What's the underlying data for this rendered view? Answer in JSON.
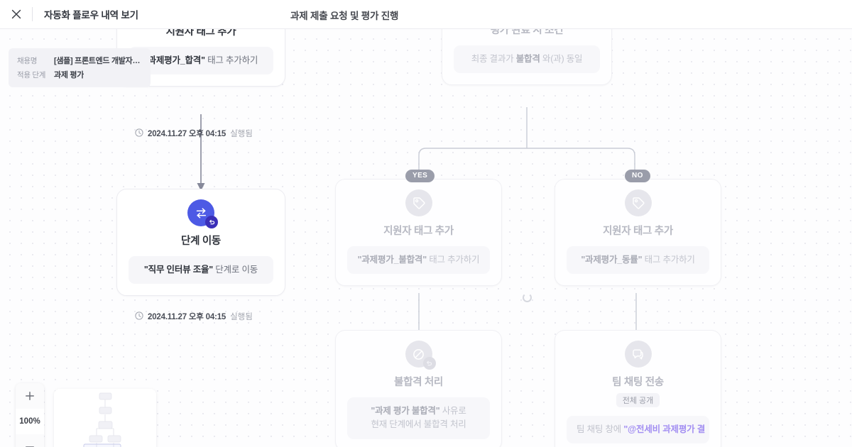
{
  "header": {
    "close_icon": "close-icon",
    "title": "자동화 플로우 내역 보기",
    "flow_name": "과제 제출 요청 및 평가 진행"
  },
  "info_card": {
    "rows": [
      {
        "key": "채용명",
        "value": "[샘플] 프론트엔드 개발자 채..."
      },
      {
        "key": "적용 단계",
        "value": "과제 평가"
      }
    ]
  },
  "colors": {
    "accent": "#4d5ae5",
    "accent_dark": "#3b2fb8",
    "muted_icon": "#e6e6ec",
    "pill": "#9a9daa",
    "mention": "#7b5cf0",
    "canvas_bg": "#fdfdfe",
    "dot": "#e9e9ef"
  },
  "nodes": {
    "tag_pass": {
      "icon": "tag-icon",
      "title": "지원자 태그 추가",
      "body_prefix": "\"과제평가_합격\"",
      "body_suffix": " 태그 추가하기",
      "state": "executed",
      "stamp_datetime": "2024.11.27 오후 04:15",
      "stamp_status": "실행됨",
      "stamp_icon": "clock-icon"
    },
    "move_stage": {
      "icon": "swap-arrows-icon",
      "badge_icon": "return-arrow-icon",
      "title": "단계 이동",
      "body_prefix": "\"직무 인터뷰 조율\"",
      "body_suffix": " 단계로 이동",
      "state": "executed",
      "stamp_datetime": "2024.11.27 오후 04:15",
      "stamp_status": "실행됨",
      "stamp_icon": "clock-icon"
    },
    "condition": {
      "icon": "branch-condition-icon",
      "title": "평가 완료 시 조건",
      "body_prefix": "최종 결과가 ",
      "body_bold": "불합격",
      "body_suffix": " 와(과) 동일",
      "state": "dimmed"
    },
    "tag_fail": {
      "icon": "tag-icon",
      "title": "지원자 태그 추가",
      "body_prefix": "\"과제평가_불합격\"",
      "body_suffix": " 태그 추가하기",
      "state": "dimmed",
      "branch_label": "YES"
    },
    "tag_tie": {
      "icon": "tag-icon",
      "title": "지원자 태그 추가",
      "body_prefix": "\"과제평가_동률\"",
      "body_suffix": " 태그 추가하기",
      "state": "dimmed",
      "branch_label": "NO"
    },
    "reject": {
      "icon": "block-icon",
      "badge_icon": "return-arrow-icon",
      "title": "불합격 처리",
      "body_prefix": "\"과제 평가 불합격\"",
      "body_suffix": " 사유로",
      "body_line2": "현재 단계에서 불합격 처리",
      "state": "dimmed"
    },
    "team_chat": {
      "icon": "chat-bubble-icon",
      "title": "팀 채팅 전송",
      "sub": "전체 공개",
      "body_prefix": "팀 채팅 창에 ",
      "body_mention": "\"@전세비 과제평가 결",
      "state": "dimmed"
    }
  },
  "viewport_controls": {
    "zoom_in": "+",
    "zoom_level": "100%",
    "zoom_out": "−",
    "minimap": "minimap"
  }
}
